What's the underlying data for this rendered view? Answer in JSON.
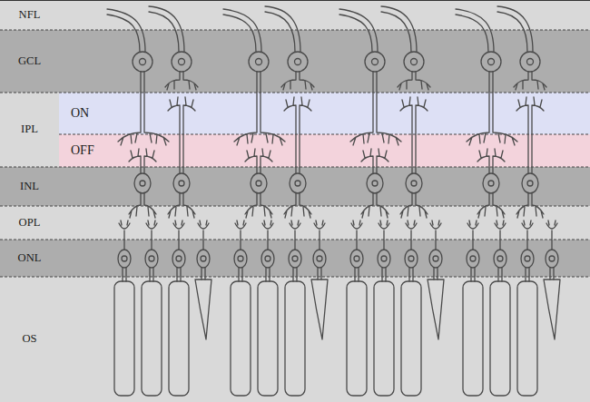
{
  "diagram": {
    "nodes": [
      {
        "text": [
          "NFL"
        ]
      },
      {
        "text": [
          "GCL"
        ]
      },
      {
        "text": [
          "IPL"
        ]
      },
      {
        "text": [
          "ON"
        ],
        "in": 2
      },
      {
        "text": [
          "OFF"
        ],
        "in": 2
      },
      {
        "text": [
          "INL"
        ]
      },
      {
        "text": [
          "OPL"
        ]
      },
      {
        "text": [
          "ONL"
        ]
      },
      {
        "text": [
          "OS"
        ]
      }
    ]
  }
}
